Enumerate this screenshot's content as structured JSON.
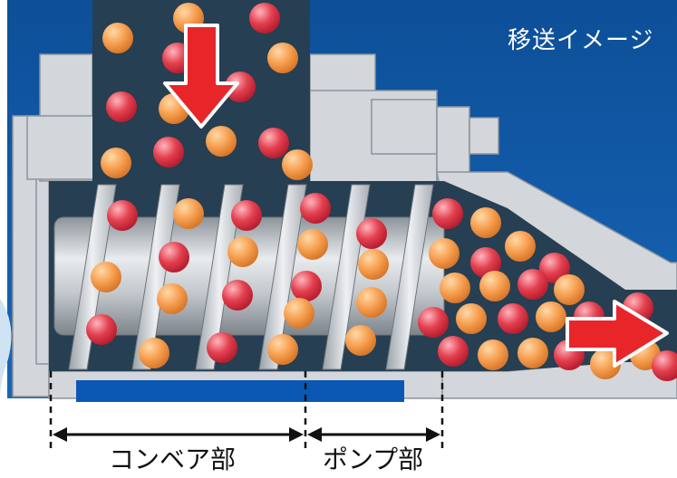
{
  "title": "移送イメージ",
  "labels": {
    "conveyor": "コンベア部",
    "pump": "ポンプ部"
  },
  "colors": {
    "background_blue": "#0f5aa8",
    "machine_gray": "#d3d6da",
    "chamber_dark": "#263f52",
    "particle_orange": "#f7a052",
    "particle_pink": "#e3404f",
    "arrow_red": "#e8262a"
  },
  "icons": {
    "inlet_arrow": "arrow-down-icon",
    "outlet_arrow": "arrow-right-icon"
  }
}
